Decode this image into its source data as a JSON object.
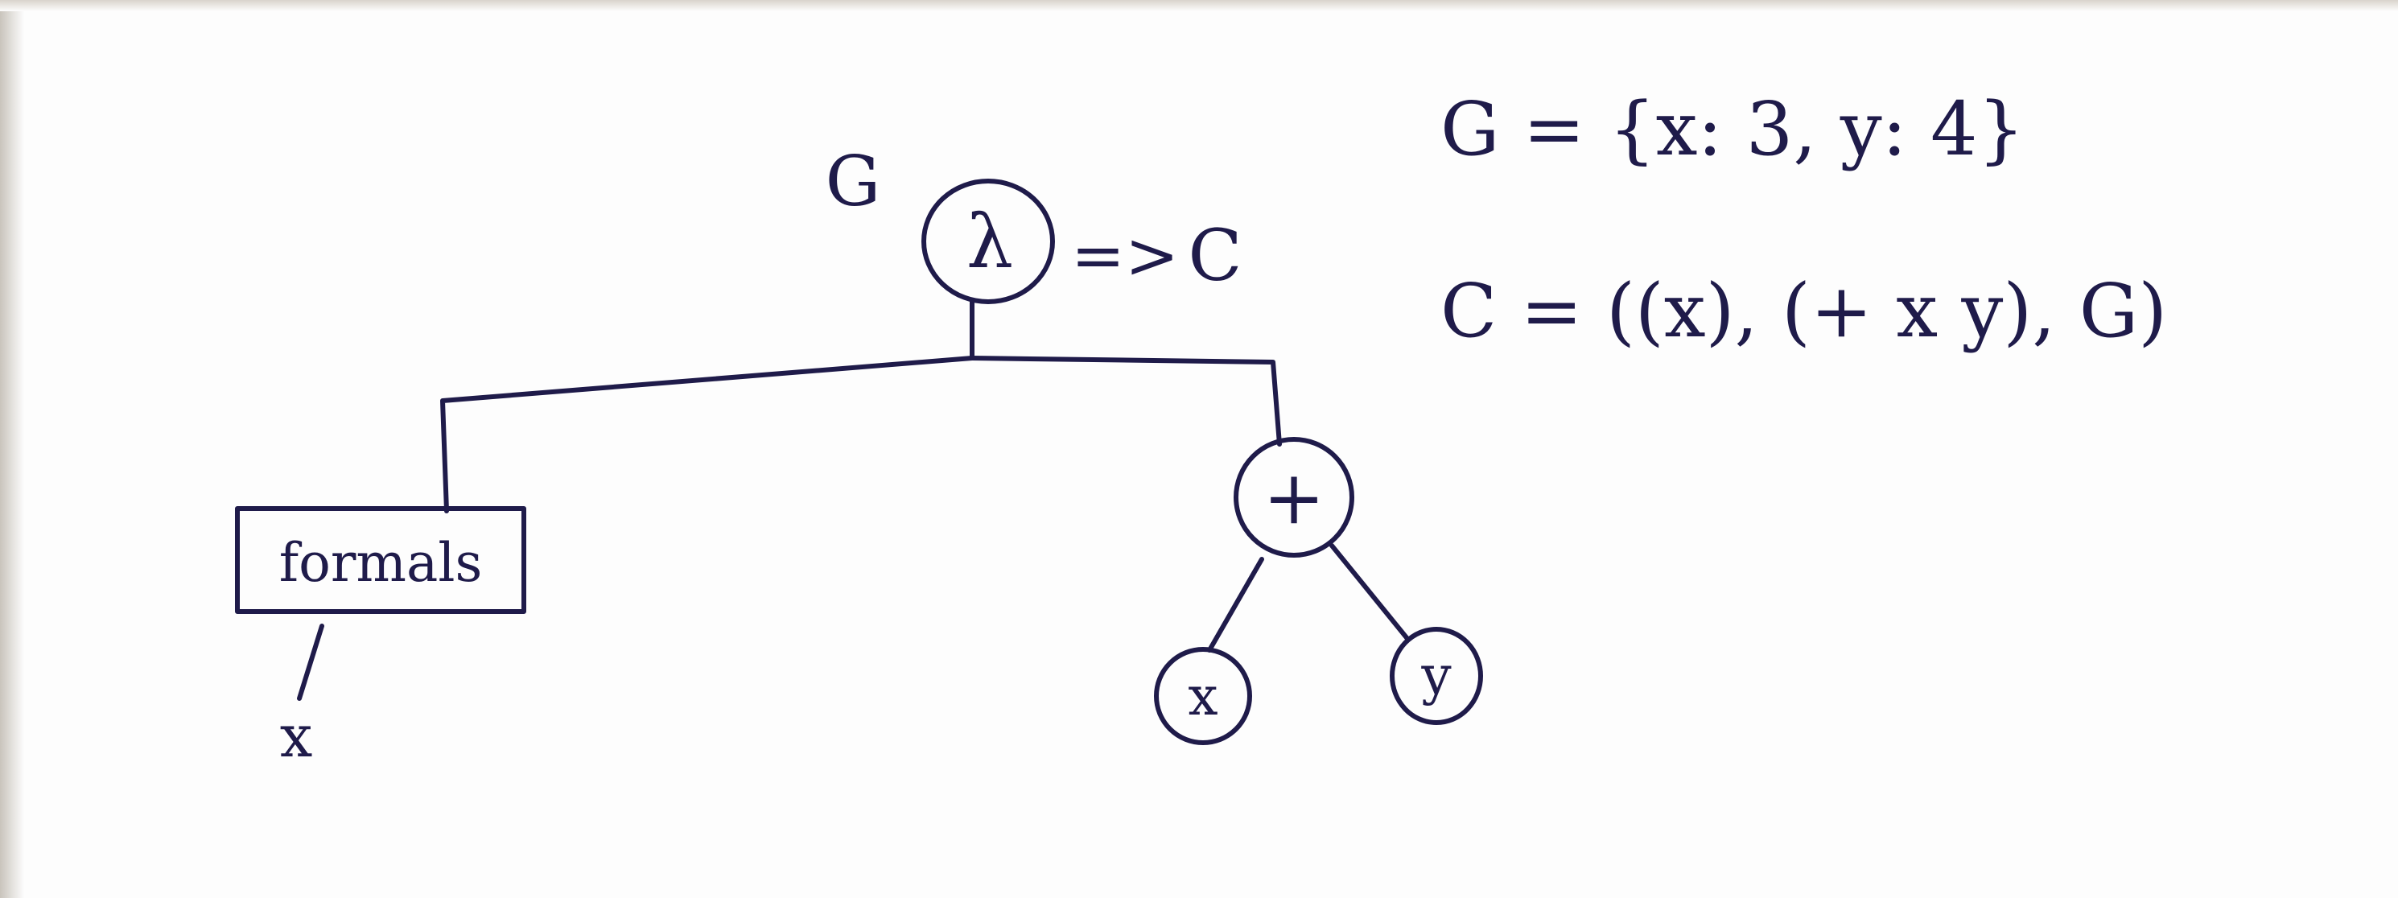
{
  "diagram": {
    "root_env_label": "G",
    "root_node_symbol": "λ",
    "root_result_arrow": "=>",
    "root_result_label": "C",
    "formals_box_label": "formals",
    "formal_param": "x",
    "body_node_symbol": "+",
    "body_left_child": "x",
    "body_right_child": "y",
    "env_definition": "G = {x: 3, y: 4}",
    "closure_definition": "C = ((x), (+ x y), G)"
  },
  "style": {
    "ink_color": "#1f1b4a",
    "paper_color": "#fdfdfd"
  }
}
